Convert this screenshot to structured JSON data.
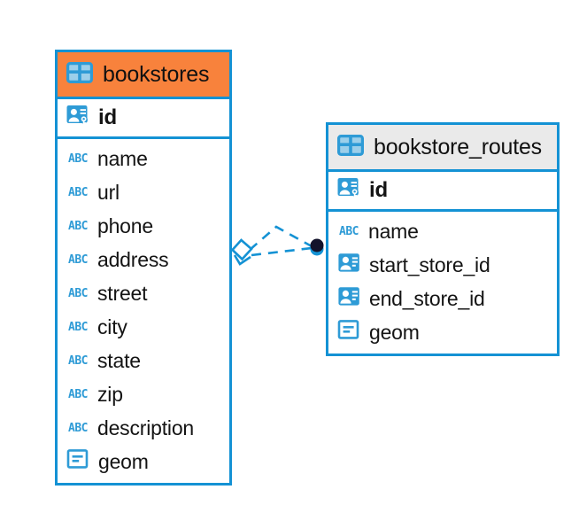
{
  "diagram": {
    "kind": "entity-relationship-diagram",
    "background": "#FFFFFF",
    "accent_color": "#1492D4",
    "header_orange": "#F8823C",
    "header_gray": "#EAEAEA",
    "icon_blue": "#2E9BD6",
    "connector_color": "#1492D4",
    "endpoint_dot_color": "#1A1A2E"
  },
  "tables": [
    {
      "name": "bookstores",
      "header_style": "orange",
      "icon": "table-grid-icon",
      "primary_keys": [
        {
          "label": "id",
          "icon": "primary-key-icon"
        }
      ],
      "columns": [
        {
          "label": "name",
          "icon": "abc-text-icon"
        },
        {
          "label": "url",
          "icon": "abc-text-icon"
        },
        {
          "label": "phone",
          "icon": "abc-text-icon"
        },
        {
          "label": "address",
          "icon": "abc-text-icon"
        },
        {
          "label": "street",
          "icon": "abc-text-icon"
        },
        {
          "label": "city",
          "icon": "abc-text-icon"
        },
        {
          "label": "state",
          "icon": "abc-text-icon"
        },
        {
          "label": "zip",
          "icon": "abc-text-icon"
        },
        {
          "label": "description",
          "icon": "abc-text-icon"
        },
        {
          "label": "geom",
          "icon": "geometry-icon"
        }
      ]
    },
    {
      "name": "bookstore_routes",
      "header_style": "gray",
      "icon": "table-grid-icon",
      "primary_keys": [
        {
          "label": "id",
          "icon": "primary-key-icon"
        }
      ],
      "columns": [
        {
          "label": "name",
          "icon": "abc-text-icon"
        },
        {
          "label": "start_store_id",
          "icon": "foreign-key-icon"
        },
        {
          "label": "end_store_id",
          "icon": "foreign-key-icon"
        },
        {
          "label": "geom",
          "icon": "geometry-icon"
        }
      ]
    }
  ],
  "relationship": {
    "style": "dashed",
    "source_marker": "diamond-crowsfoot",
    "target_marker": "filled-dot"
  },
  "abc_glyph": "ABC"
}
